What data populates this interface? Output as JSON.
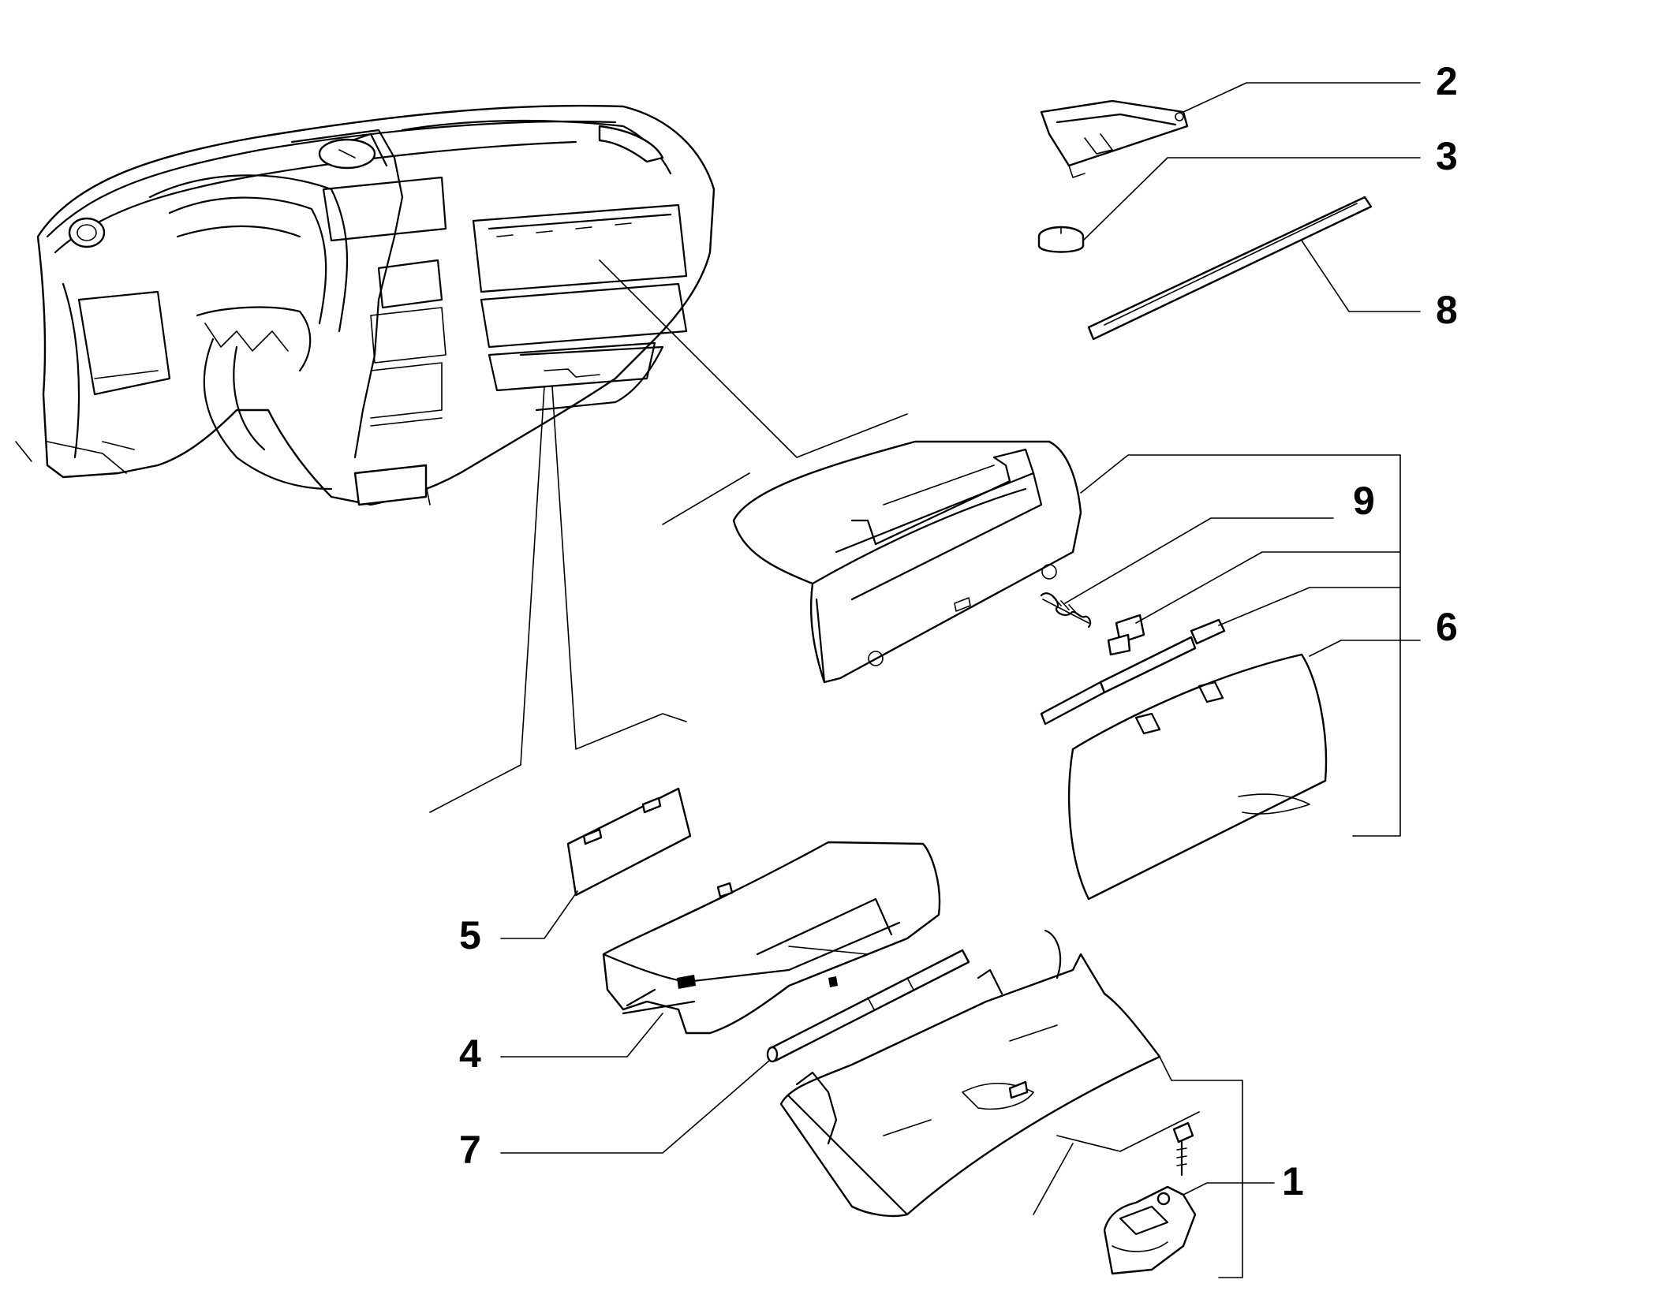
{
  "diagram": {
    "callouts": [
      {
        "id": "1",
        "text": "1"
      },
      {
        "id": "2",
        "text": "2"
      },
      {
        "id": "3",
        "text": "3"
      },
      {
        "id": "4",
        "text": "4"
      },
      {
        "id": "5",
        "text": "5"
      },
      {
        "id": "6",
        "text": "6"
      },
      {
        "id": "7",
        "text": "7"
      },
      {
        "id": "8",
        "text": "8"
      },
      {
        "id": "9",
        "text": "9"
      }
    ],
    "parts": [
      {
        "name": "dashboard-assembly"
      },
      {
        "name": "bracket",
        "callout": "2"
      },
      {
        "name": "cap",
        "callout": "3"
      },
      {
        "name": "trim-strip",
        "callout": "8"
      },
      {
        "name": "glovebox-frame",
        "callout": "6"
      },
      {
        "name": "spring",
        "callout": "9"
      },
      {
        "name": "hinge-clip",
        "callout": "6"
      },
      {
        "name": "rod",
        "callout": "6"
      },
      {
        "name": "glovebox-lid",
        "callout": "6"
      },
      {
        "name": "cover-panel",
        "callout": "5"
      },
      {
        "name": "lower-compartment",
        "callout": "4"
      },
      {
        "name": "hinge-pin",
        "callout": "7"
      },
      {
        "name": "lower-lid",
        "callout": "1"
      },
      {
        "name": "screw",
        "callout": "1"
      },
      {
        "name": "latch",
        "callout": "1"
      }
    ]
  }
}
